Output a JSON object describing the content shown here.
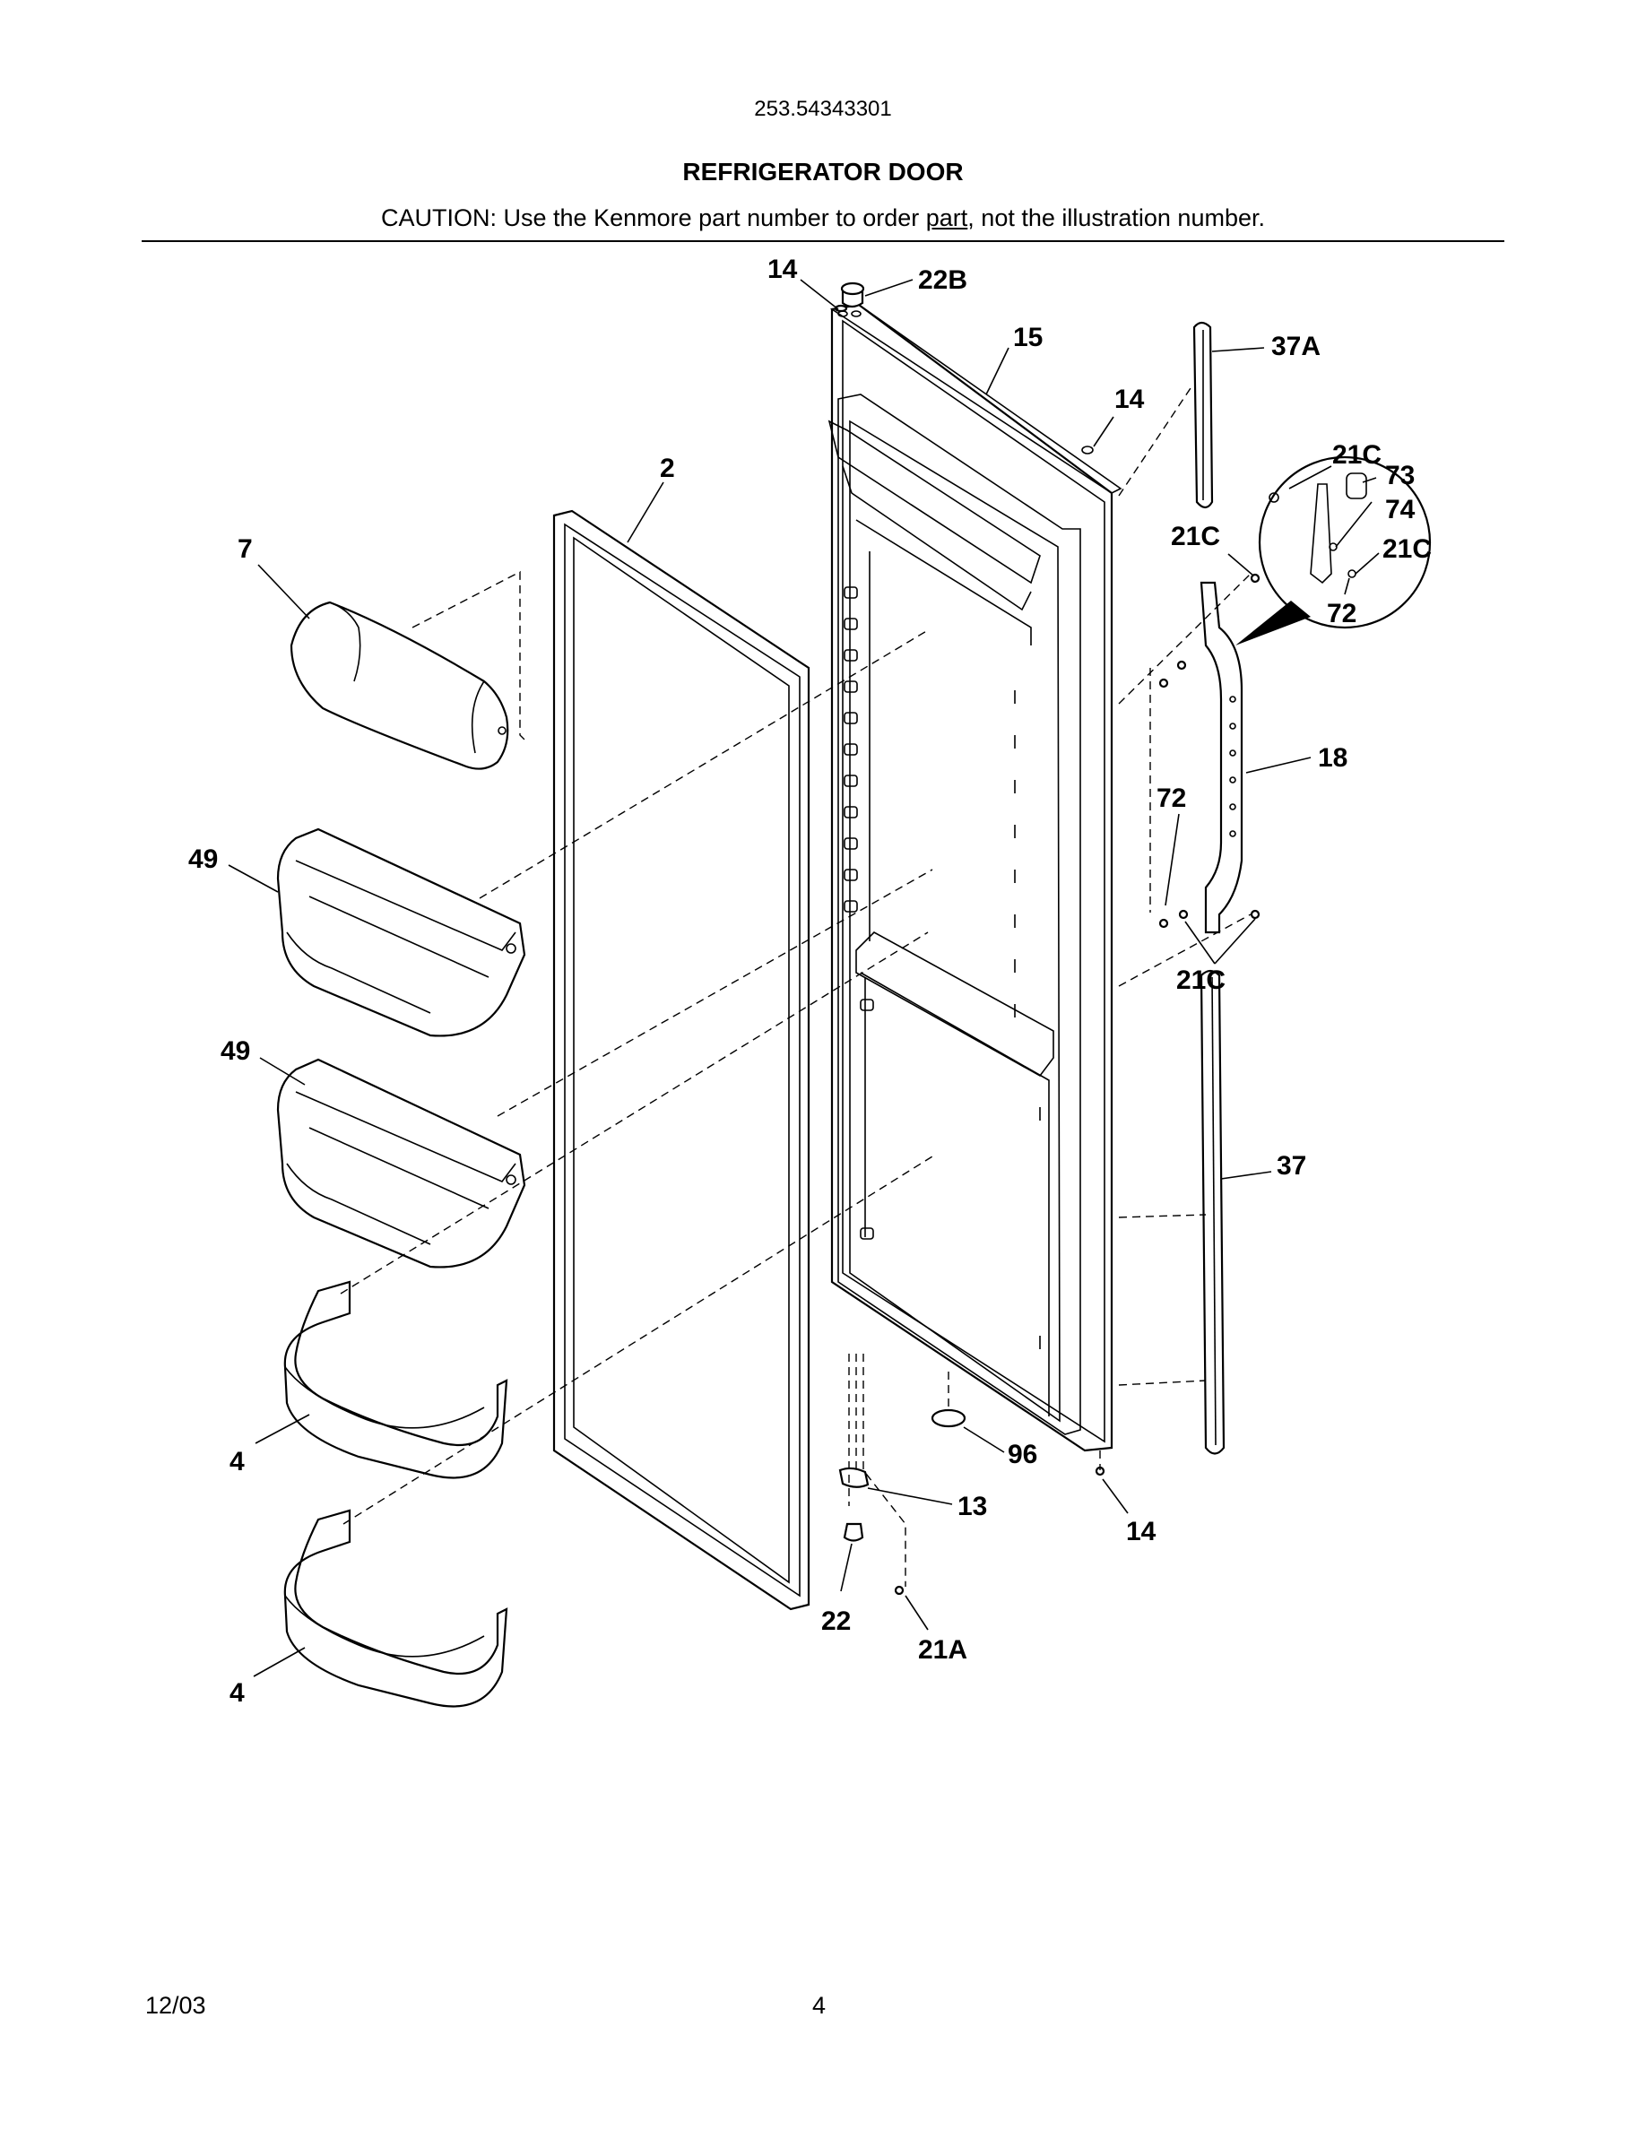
{
  "header": {
    "model_number": "253.54343301",
    "title": "REFRIGERATOR DOOR",
    "caution_before": "CAUTION: Use the Kenmore part number to order ",
    "caution_underlined": "part",
    "caution_after": ", not the illustration number."
  },
  "footer": {
    "date": "12/03",
    "page": "4"
  },
  "callouts": {
    "c14_top": "14",
    "c22B": "22B",
    "c15": "15",
    "c37A": "37A",
    "c14_right": "14",
    "c2": "2",
    "c7": "7",
    "c21C_detail_top": "21C",
    "c73": "73",
    "c74": "74",
    "c21C_detail_right": "21C",
    "c72_detail": "72",
    "c21C_upper": "21C",
    "c18": "18",
    "c72": "72",
    "c49_upper": "49",
    "c49_lower": "49",
    "c21C_lower": "21C",
    "c37": "37",
    "c4_upper": "4",
    "c96": "96",
    "c13": "13",
    "c14_bottom": "14",
    "c22": "22",
    "c21A": "21A",
    "c4_lower": "4"
  }
}
